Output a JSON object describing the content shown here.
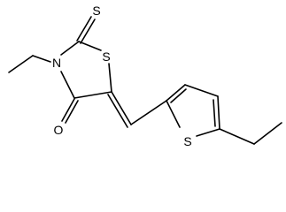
{
  "molecule": {
    "atoms": {
      "ring_s": "S",
      "ring_n": "N",
      "thione_s": "S",
      "carbonyl_o": "O",
      "thiophene_s": "S"
    }
  }
}
